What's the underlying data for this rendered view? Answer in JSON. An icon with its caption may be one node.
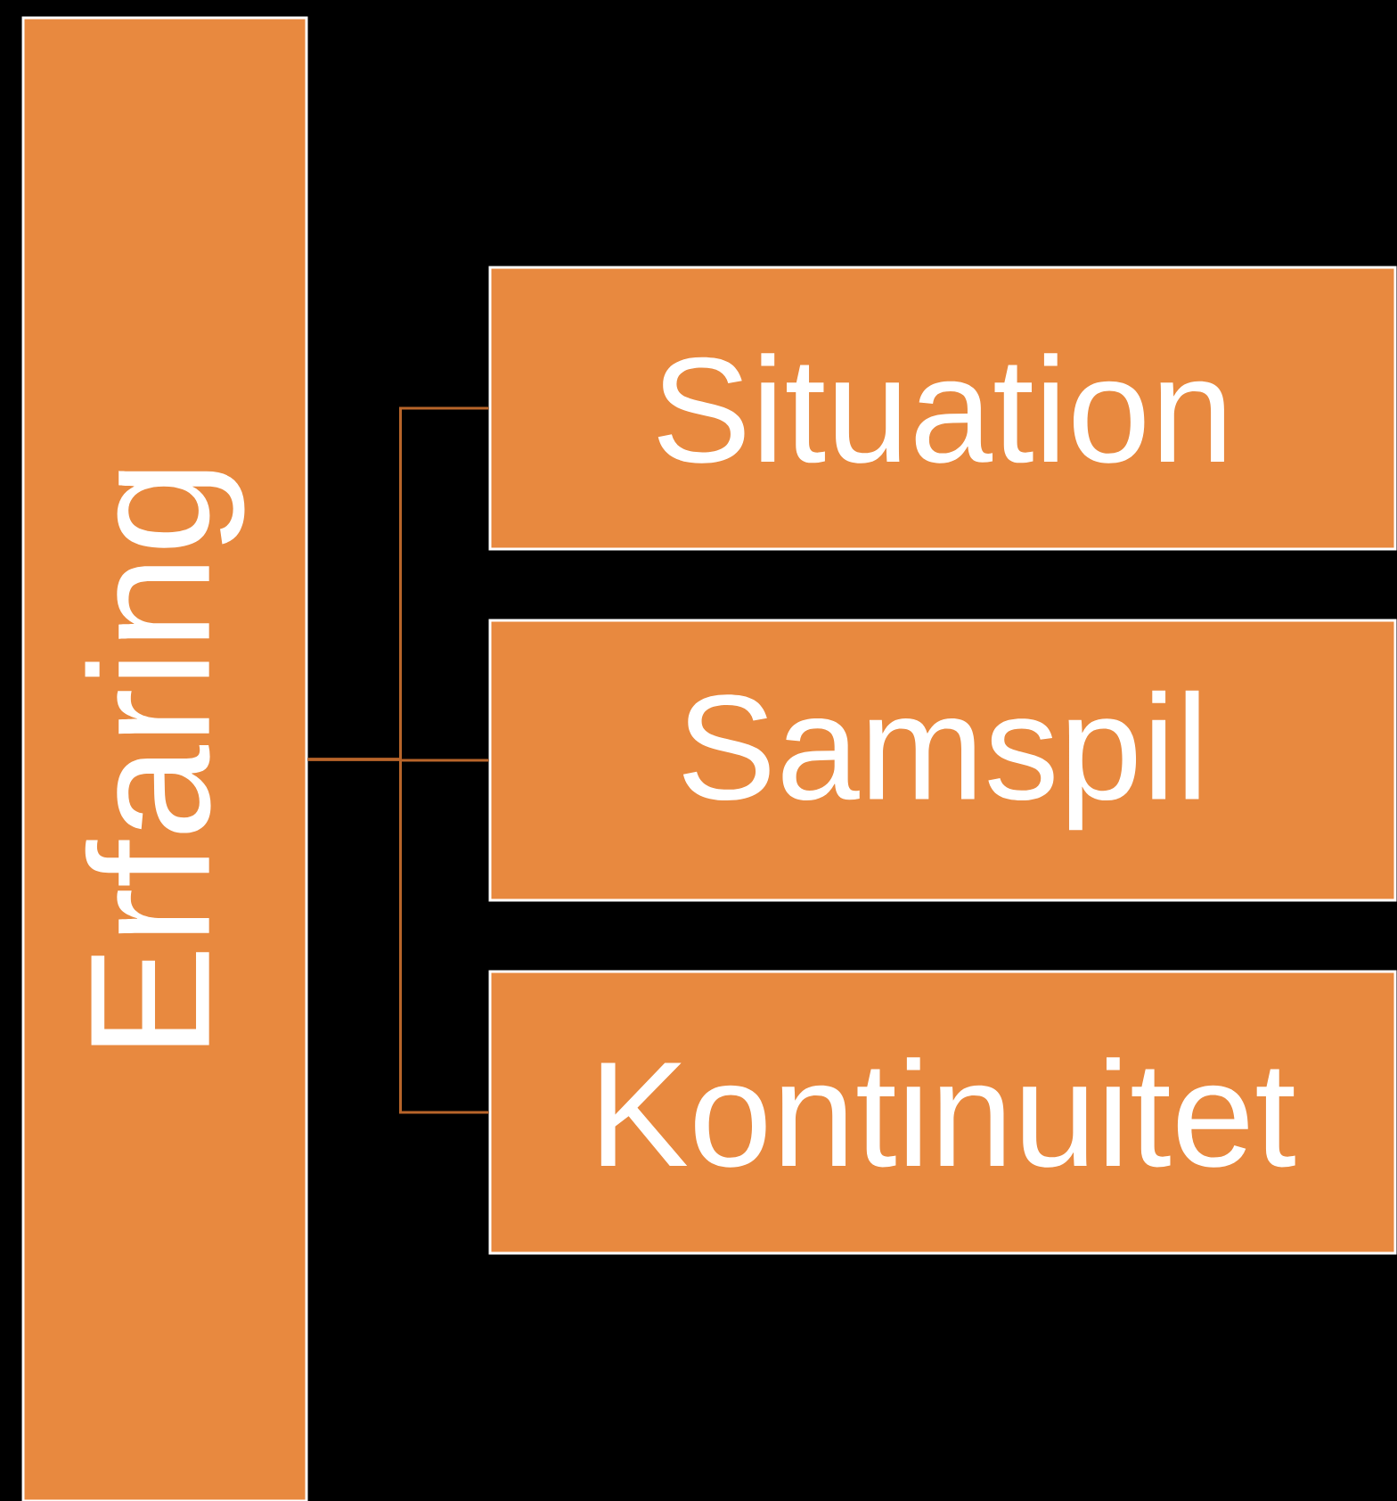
{
  "diagram": {
    "nodes": [
      {
        "text": [
          "Erfaring"
        ]
      },
      {
        "text": [
          "Situation"
        ]
      },
      {
        "text": [
          "Samspil"
        ]
      },
      {
        "text": [
          "Kontinuitet"
        ]
      }
    ],
    "edges": [
      {
        "from": 0,
        "to": 1,
        "arrow": "none"
      },
      {
        "from": 0,
        "to": 2,
        "arrow": "none"
      },
      {
        "from": 0,
        "to": 3,
        "arrow": "none"
      }
    ]
  }
}
